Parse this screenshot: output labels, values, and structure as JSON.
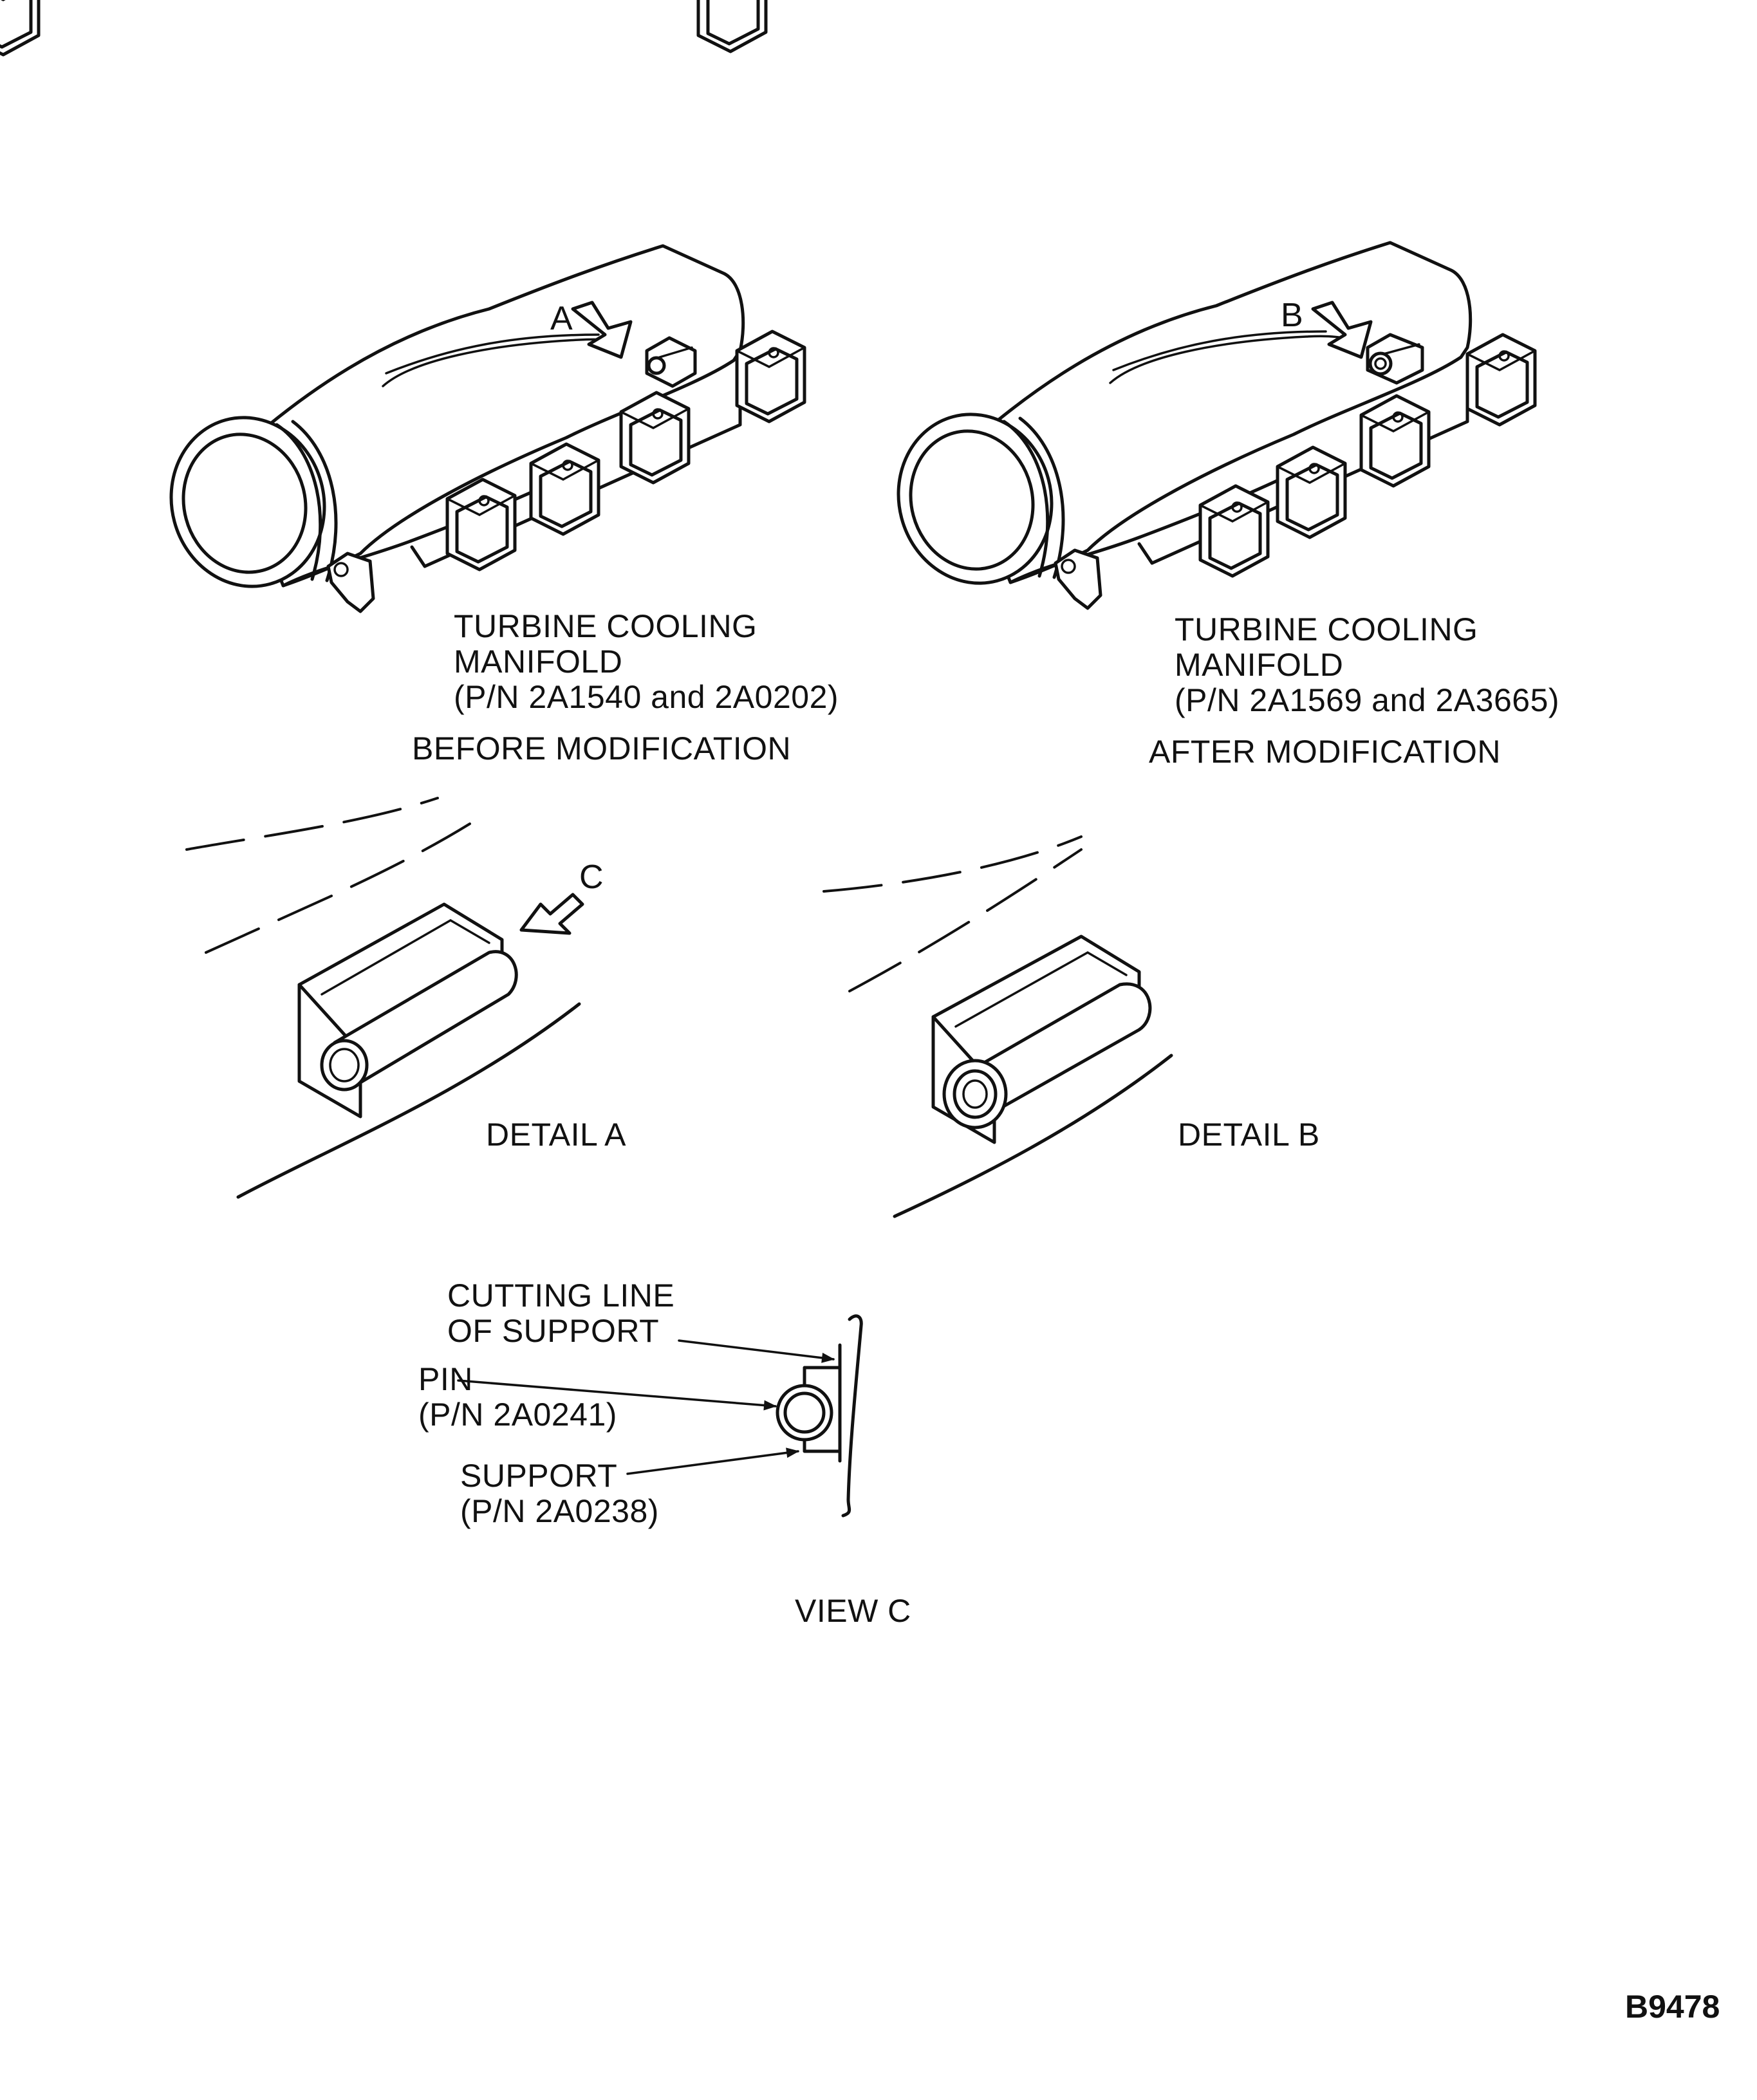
{
  "before": {
    "callout": "A",
    "title_line1": "TURBINE COOLING",
    "title_line2": "MANIFOLD",
    "part_numbers": "(P/N 2A1540 and 2A0202)",
    "state": "BEFORE MODIFICATION"
  },
  "after": {
    "callout": "B",
    "title_line1": "TURBINE COOLING",
    "title_line2": "MANIFOLD",
    "part_numbers": "(P/N 2A1569 and 2A3665)",
    "state": "AFTER MODIFICATION"
  },
  "detail_a": {
    "label": "DETAIL A",
    "callout": "C"
  },
  "detail_b": {
    "label": "DETAIL B"
  },
  "view_c": {
    "cutting_line_1": "CUTTING LINE",
    "cutting_line_2": "OF SUPPORT",
    "pin_1": "PIN",
    "pin_2": "(P/N 2A0241)",
    "support_1": "SUPPORT",
    "support_2": "(P/N 2A0238)",
    "label": "VIEW C"
  },
  "figure_code": "B9478"
}
